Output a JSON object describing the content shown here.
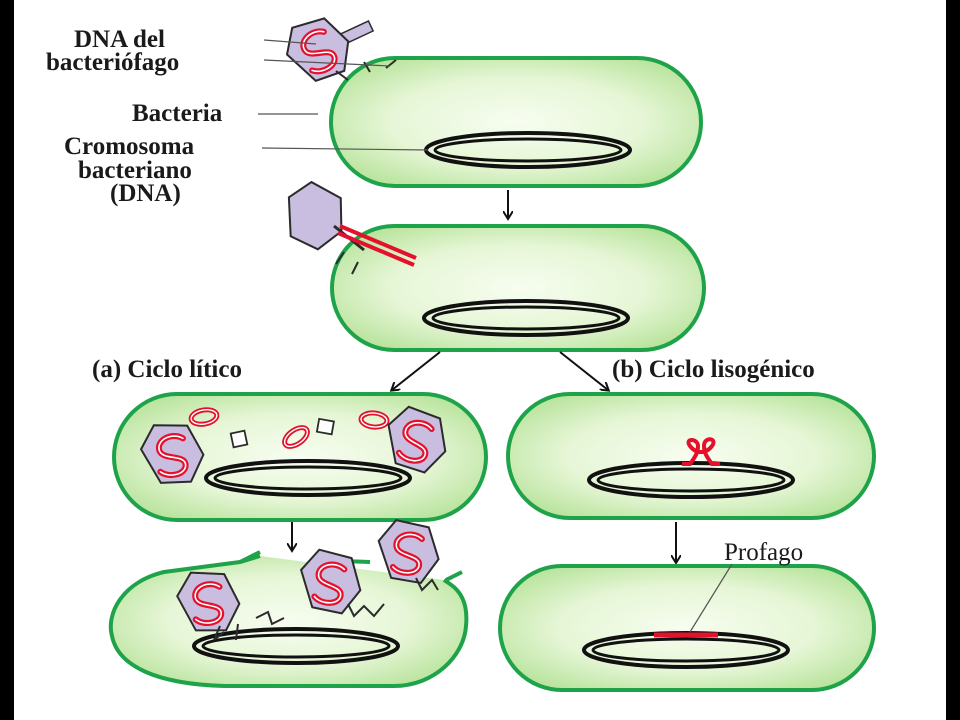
{
  "labels": {
    "phage_dna": [
      "DNA del",
      "bacteriófago"
    ],
    "bacteria": "Bacteria",
    "chromosome": [
      "Cromosoma",
      "bacteriano",
      "(DNA)"
    ],
    "lytic_cycle": "(a) Ciclo lítico",
    "lysogenic_cycle": "(b) Ciclo lisogénico",
    "prophage": "Profago"
  },
  "colors": {
    "page_border": "#000000",
    "background": "#ffffff",
    "cell_outline": "#1fa34a",
    "cell_fill_edge": "#bfe6a3",
    "cell_fill_center": "#f7fdf0",
    "phage_head": "#c9bde0",
    "phage_dna": "#e4112d",
    "chromosome": "#111111"
  },
  "icons": [
    "bacteriophage-icon",
    "bacterial-cell",
    "chromosome-ring",
    "arrow-down-icon",
    "arrow-diagonal-icon"
  ]
}
